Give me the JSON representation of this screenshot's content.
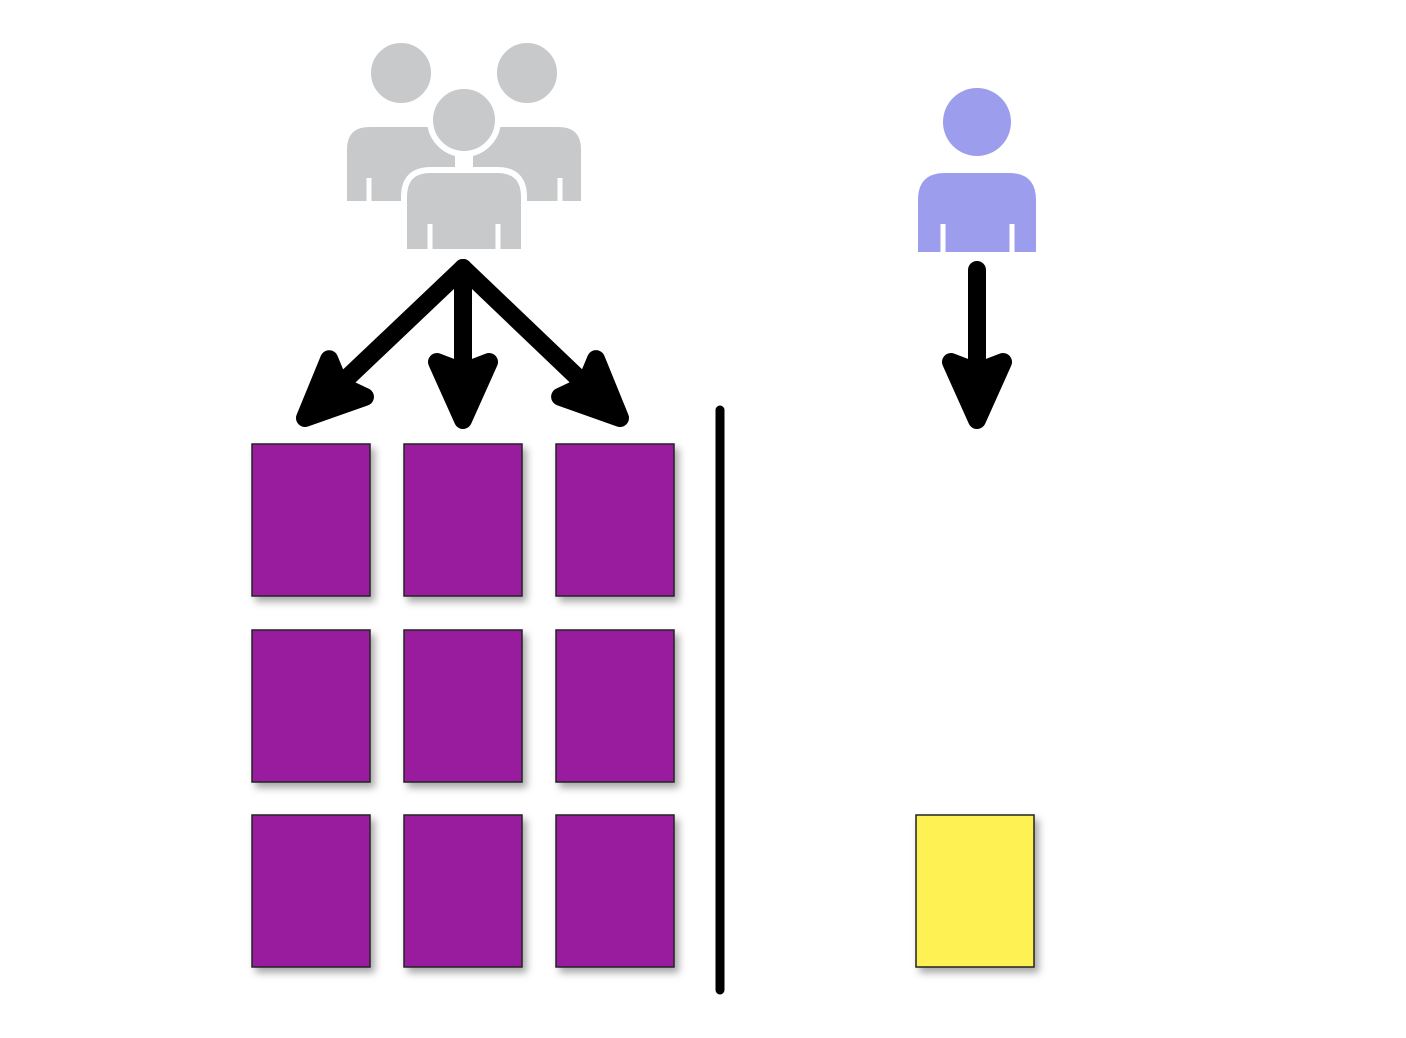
{
  "colors": {
    "background": "#ffffff",
    "group_icon": "#c8c9cb",
    "single_user_icon": "#9c9ded",
    "arrow": "#000000",
    "divider": "#000000",
    "left_block": "#991e9e",
    "right_block": "#fdf152",
    "block_outline": "#222222"
  },
  "icons": {
    "left": "users-group-icon",
    "right": "user-icon"
  },
  "left_panel": {
    "grid": {
      "rows": 3,
      "columns": 3
    },
    "arrow_count": 3
  },
  "right_panel": {
    "block_count": 1,
    "arrow_count": 1
  }
}
